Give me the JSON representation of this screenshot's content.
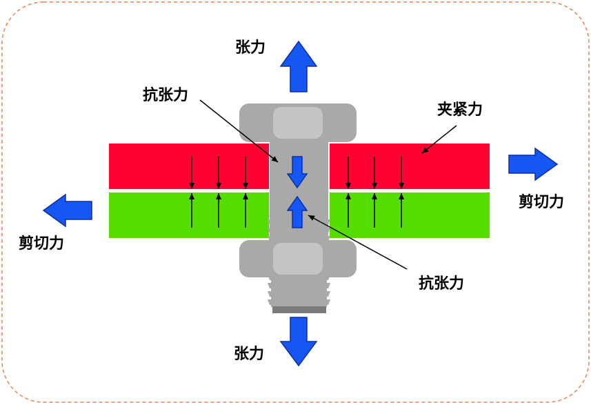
{
  "labels": {
    "tension_top": "张力",
    "tension_bottom": "张力",
    "anti_tension_top": "抗张力",
    "anti_tension_bottom": "抗张力",
    "clamping_force": "夹紧力",
    "shear_right": "剪切力",
    "shear_left": "剪切力"
  },
  "colors": {
    "border": "#f07f4a",
    "upper_plate": "#ff0033",
    "lower_plate": "#55dd00",
    "bolt": "#a9a9a9",
    "bolt_highlight": "#c4c4c4",
    "bolt_dark": "#7a7a7a",
    "arrow_fill": "#1656f2",
    "arrow_stroke": "#0a2fa0"
  }
}
